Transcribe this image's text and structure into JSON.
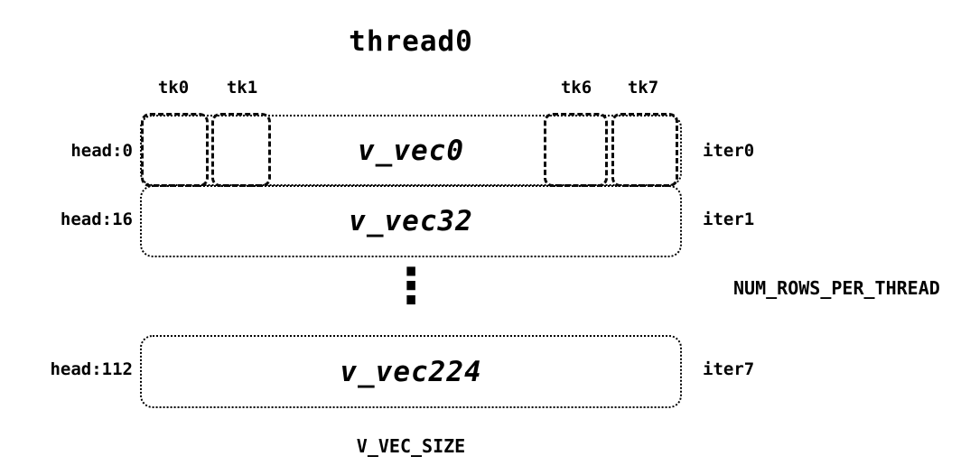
{
  "diagram": {
    "title": "thread0",
    "ticks": [
      {
        "label": "tk0"
      },
      {
        "label": "tk1"
      },
      {
        "label": "tk6"
      },
      {
        "label": "tk7"
      }
    ],
    "rows": [
      {
        "head": "head:0",
        "vec": "v_vec0",
        "iter": "iter0"
      },
      {
        "head": "head:16",
        "vec": "v_vec32",
        "iter": "iter1"
      },
      {
        "head": "head:112",
        "vec": "v_vec224",
        "iter": "iter7"
      }
    ],
    "ellipsis": "⋮",
    "annotations": {
      "rows_per_thread": "NUM_ROWS_PER_THREAD",
      "vec_size": "V_VEC_SIZE"
    },
    "colors": {
      "ink": "#000000",
      "background": "#ffffff"
    }
  }
}
